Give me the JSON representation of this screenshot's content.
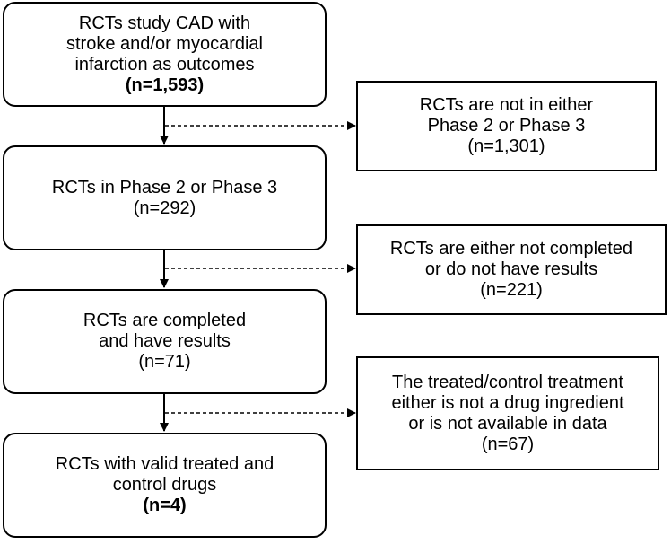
{
  "main_boxes": [
    {
      "lines": [
        "RCTs study CAD with",
        "stroke and/or myocardial",
        "infarction as outcomes"
      ],
      "count": "(n=1,593)",
      "count_bold": true
    },
    {
      "lines": [
        "RCTs in Phase 2 or Phase 3"
      ],
      "count": "(n=292)",
      "count_bold": false
    },
    {
      "lines": [
        "RCTs are completed",
        "and have results"
      ],
      "count": "(n=71)",
      "count_bold": false
    },
    {
      "lines": [
        "RCTs with valid treated and",
        "control drugs"
      ],
      "count": "(n=4)",
      "count_bold": true
    }
  ],
  "exclusion_boxes": [
    {
      "lines": [
        "RCTs are not in either",
        "Phase 2 or Phase 3"
      ],
      "count": "(n=1,301)"
    },
    {
      "lines": [
        "RCTs are either not completed",
        "or do not have results"
      ],
      "count": "(n=221)"
    },
    {
      "lines": [
        "The treated/control treatment",
        "either is not a drug ingredient",
        "or is not available in data"
      ],
      "count": "(n=67)"
    }
  ]
}
